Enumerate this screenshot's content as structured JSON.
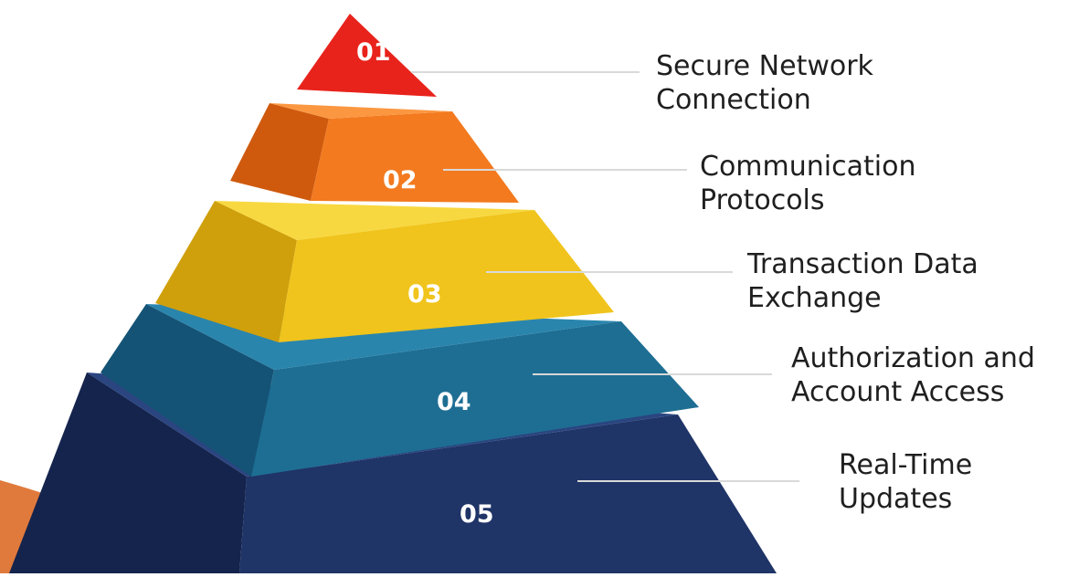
{
  "diagram": {
    "type": "pyramid",
    "layers": [
      {
        "number": "01",
        "label_line1": "Secure Network",
        "label_line2": "Connection",
        "color": "#e8231c",
        "color_dark": "#b8120d",
        "color_light": "#ff4a3a"
      },
      {
        "number": "02",
        "label_line1": "Communication",
        "label_line2": "Protocols",
        "color": "#f37a1f",
        "color_dark": "#cf5a0e",
        "color_light": "#fb9740"
      },
      {
        "number": "03",
        "label_line1": "Transaction Data",
        "label_line2": "Exchange",
        "color": "#f0c41c",
        "color_dark": "#cfa00c",
        "color_light": "#f8d840"
      },
      {
        "number": "04",
        "label_line1": "Authorization and",
        "label_line2": "Account Access",
        "color": "#1e6e93",
        "color_dark": "#145375",
        "color_light": "#2a85ad"
      },
      {
        "number": "05",
        "label_line1": "Real-Time",
        "label_line2": "Updates",
        "color": "#1f3467",
        "color_dark": "#15244d",
        "color_light": "#2a4580"
      }
    ],
    "connector_color": "#d9d9d9",
    "corner_accent_color": "#e07a3c"
  }
}
